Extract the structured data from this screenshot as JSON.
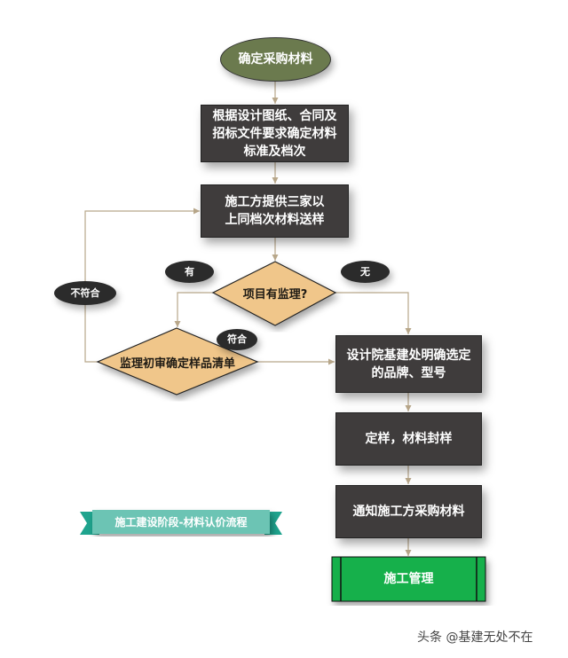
{
  "start": "确定采购材料",
  "step1": "根据设计图纸、合同及招标文件要求确定材料标准及档次",
  "step2": "施工方提供三家以上同档次材料送样",
  "decision1": "项目有监理?",
  "label_yes": "有",
  "label_no": "无",
  "decision2": "监理初审确定样品清单",
  "label_fail": "不符合",
  "label_pass": "符合",
  "step3": "设计院基建处明确选定的品牌、型号",
  "step4": "定样，材料封样",
  "step5": "通知施工方采购材料",
  "end": "施工管理",
  "ribbon": "施工建设阶段-材料认价流程",
  "watermark": "头条 @基建无处不在",
  "colors": {
    "start": "#6b7a4e",
    "box": "#3f3c3c",
    "decision": "#f0c68a",
    "end": "#14b04c",
    "ribbon": "#6cc4b4",
    "line": "#b8a78a"
  }
}
